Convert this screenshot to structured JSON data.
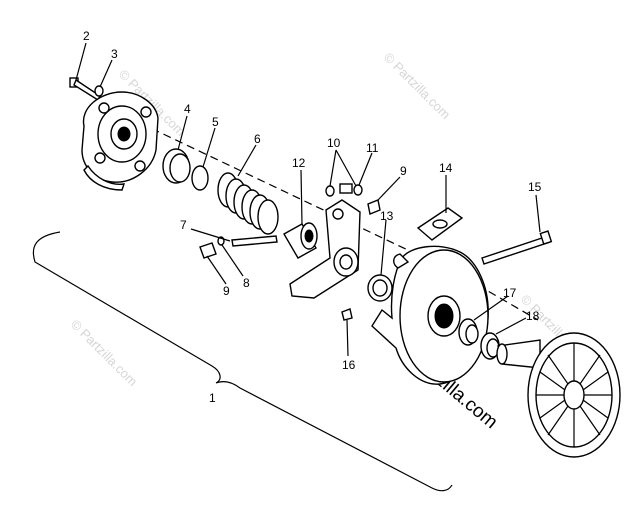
{
  "diagram": {
    "callouts": [
      "1",
      "2",
      "3",
      "4",
      "5",
      "6",
      "7",
      "8",
      "9",
      "9",
      "10",
      "11",
      "12",
      "13",
      "14",
      "15",
      "16",
      "17",
      "18"
    ]
  },
  "watermarks": {
    "small": "© Partzilla.com",
    "large": "© Partzilla.com"
  }
}
